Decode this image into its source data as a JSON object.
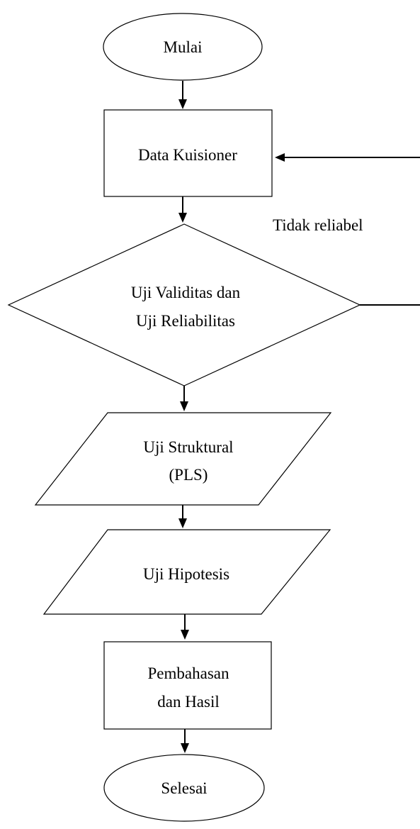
{
  "flowchart": {
    "start": "Mulai",
    "data_kuisioner": "Data Kuisioner",
    "decision_line1": "Uji Validitas dan",
    "decision_line2": "Uji Reliabilitas",
    "feedback_label": "Tidak reliabel",
    "structural_line1": "Uji Struktural",
    "structural_line2": "(PLS)",
    "hypothesis": "Uji Hipotesis",
    "discussion_line1": "Pembahasan",
    "discussion_line2": "dan Hasil",
    "end": "Selesai"
  },
  "colors": {
    "stroke": "#000000",
    "background": "#ffffff"
  }
}
